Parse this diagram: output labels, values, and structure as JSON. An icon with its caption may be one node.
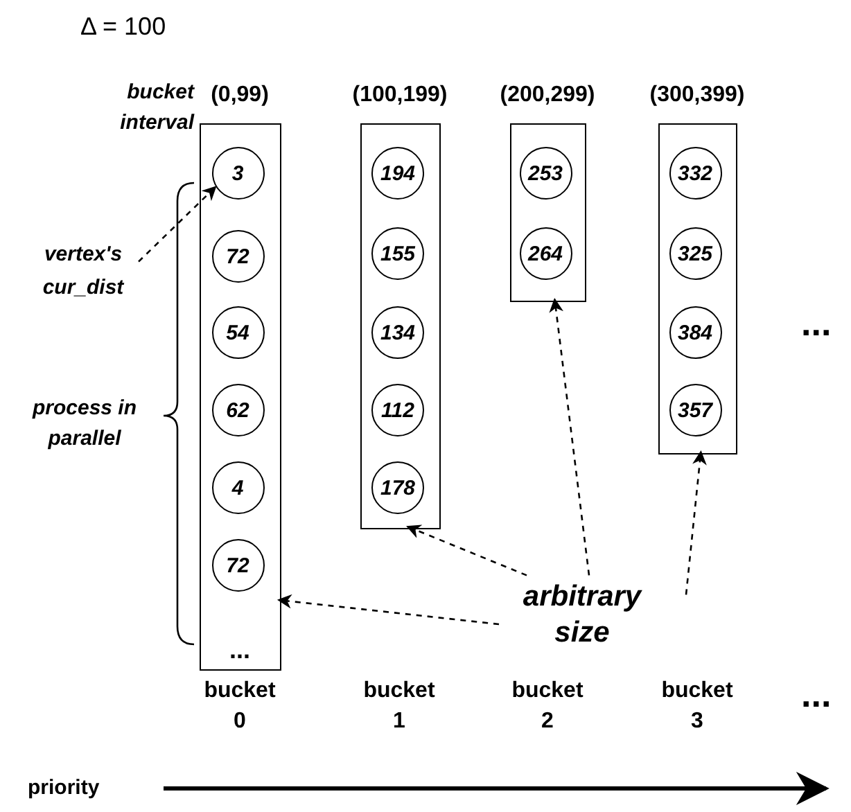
{
  "diagram": {
    "nodes": [
      {
        "text": [
          "(0,99)",
          "..."
        ]
      },
      {
        "text": [
          "3"
        ],
        "in": 0
      },
      {
        "text": [
          "72"
        ],
        "in": 0
      },
      {
        "text": [
          "54"
        ],
        "in": 0
      },
      {
        "text": [
          "62"
        ],
        "in": 0
      },
      {
        "text": [
          "4"
        ],
        "in": 0
      },
      {
        "text": [
          "72"
        ],
        "in": 0
      },
      {
        "text": [
          "(100,199)"
        ]
      },
      {
        "text": [
          "194"
        ],
        "in": 7
      },
      {
        "text": [
          "155"
        ],
        "in": 7
      },
      {
        "text": [
          "134"
        ],
        "in": 7
      },
      {
        "text": [
          "112"
        ],
        "in": 7
      },
      {
        "text": [
          "178"
        ],
        "in": 7
      },
      {
        "text": [
          "(200,299)"
        ]
      },
      {
        "text": [
          "253"
        ],
        "in": 13
      },
      {
        "text": [
          "264"
        ],
        "in": 13
      },
      {
        "text": [
          "(300,399)"
        ]
      },
      {
        "text": [
          "332"
        ],
        "in": 16
      },
      {
        "text": [
          "325"
        ],
        "in": 16
      },
      {
        "text": [
          "384"
        ],
        "in": 16
      },
      {
        "text": [
          "357"
        ],
        "in": 16
      },
      {
        "text": [
          "vertex's cur_dist"
        ]
      },
      {
        "text": [
          "arbitrary size"
        ]
      }
    ],
    "edges": [
      {
        "from": 21,
        "to": 1,
        "arrow": "to",
        "style": "dashed"
      },
      {
        "from": 22,
        "to": 0,
        "arrow": "to",
        "style": "dashed"
      },
      {
        "from": 22,
        "to": 7,
        "arrow": "to",
        "style": "dashed"
      },
      {
        "from": 22,
        "to": 13,
        "arrow": "to",
        "style": "dashed"
      },
      {
        "from": 22,
        "to": 16,
        "arrow": "to",
        "style": "dashed"
      }
    ],
    "labels": [
      "Δ = 100",
      "bucket interval",
      "process in parallel",
      "...",
      "bucket 0",
      "bucket 1",
      "bucket 2",
      "bucket 3",
      "...",
      "priority"
    ]
  }
}
